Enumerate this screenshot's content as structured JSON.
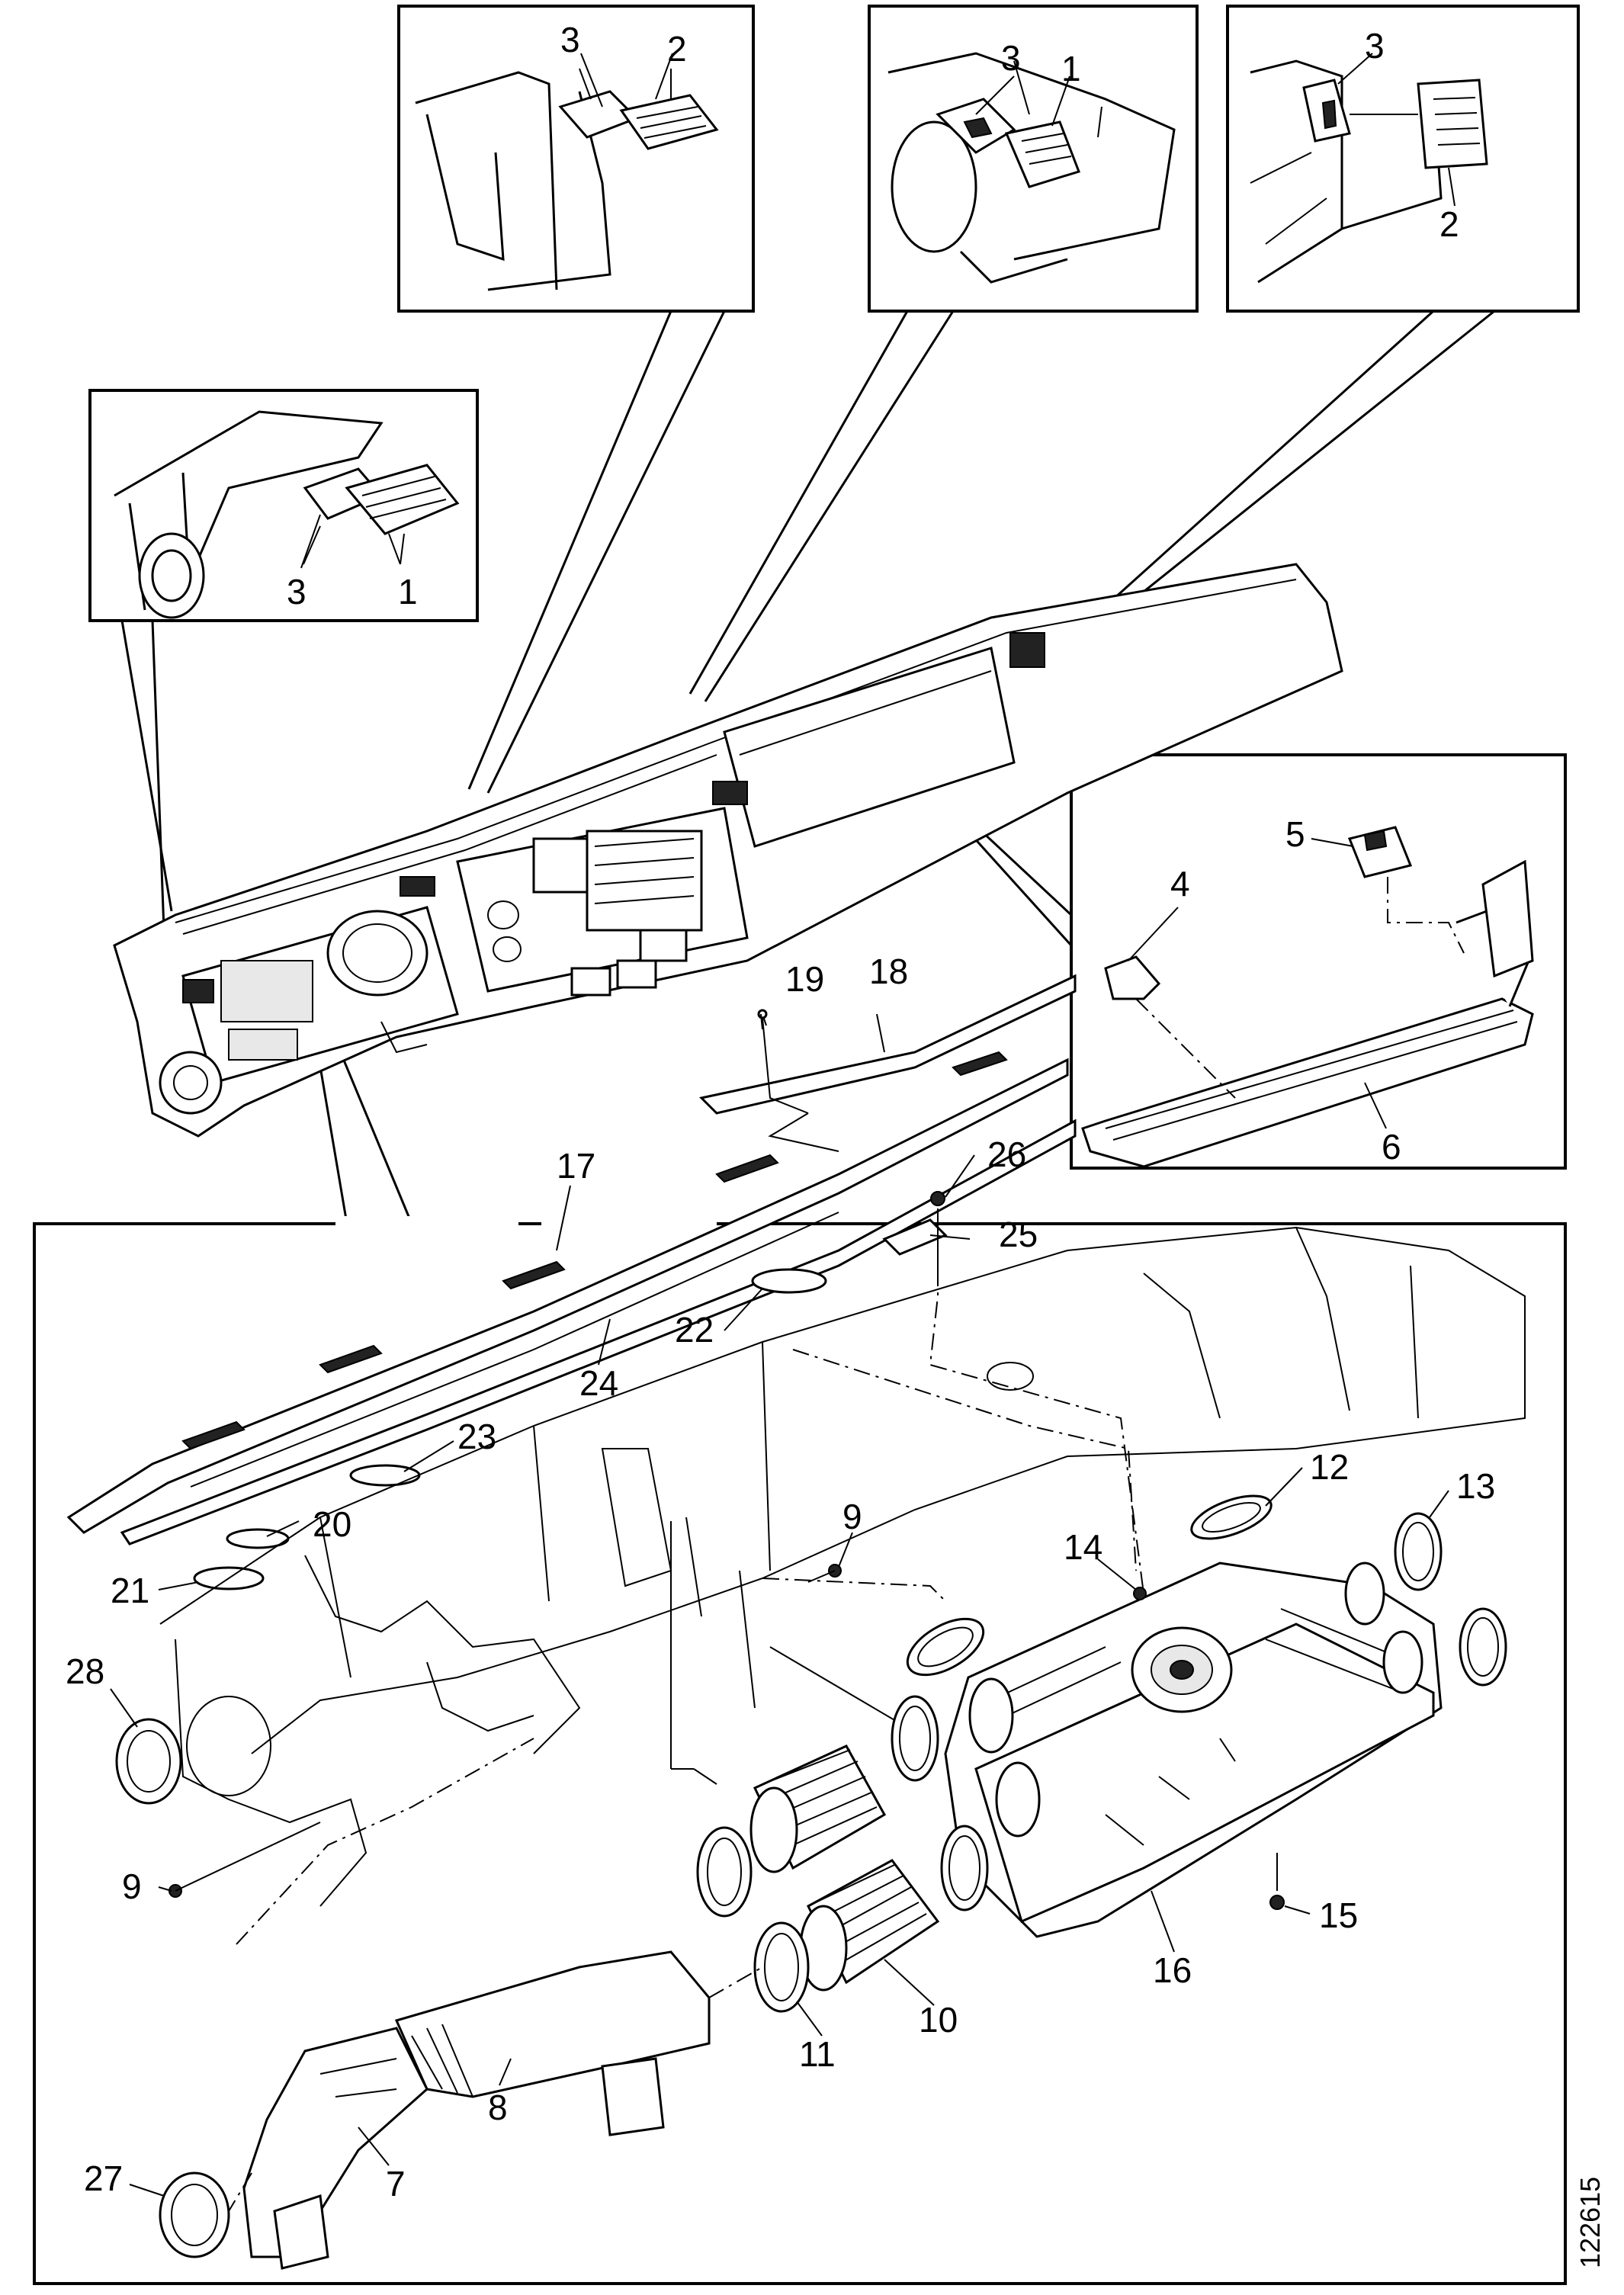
{
  "figure": {
    "reference_number": "122615",
    "callouts": [
      {
        "id": "inset1-3",
        "text": "3"
      },
      {
        "id": "inset1-1",
        "text": "1"
      },
      {
        "id": "inset2-3",
        "text": "3"
      },
      {
        "id": "inset2-2",
        "text": "2"
      },
      {
        "id": "inset3-3",
        "text": "3"
      },
      {
        "id": "inset3-1",
        "text": "1"
      },
      {
        "id": "inset4-3",
        "text": "3"
      },
      {
        "id": "inset4-2",
        "text": "2"
      },
      {
        "id": "inset5-5",
        "text": "5"
      },
      {
        "id": "inset5-4",
        "text": "4"
      },
      {
        "id": "inset5-6",
        "text": "6"
      },
      {
        "id": "part-19",
        "text": "19"
      },
      {
        "id": "part-18",
        "text": "18"
      },
      {
        "id": "part-17",
        "text": "17"
      },
      {
        "id": "part-26",
        "text": "26"
      },
      {
        "id": "part-25",
        "text": "25"
      },
      {
        "id": "part-22",
        "text": "22"
      },
      {
        "id": "part-24",
        "text": "24"
      },
      {
        "id": "part-23",
        "text": "23"
      },
      {
        "id": "part-20",
        "text": "20"
      },
      {
        "id": "part-21",
        "text": "21"
      },
      {
        "id": "part-12",
        "text": "12"
      },
      {
        "id": "part-13",
        "text": "13"
      },
      {
        "id": "part-9a",
        "text": "9"
      },
      {
        "id": "part-14",
        "text": "14"
      },
      {
        "id": "part-28",
        "text": "28"
      },
      {
        "id": "part-9b",
        "text": "9"
      },
      {
        "id": "part-15",
        "text": "15"
      },
      {
        "id": "part-16",
        "text": "16"
      },
      {
        "id": "part-10",
        "text": "10"
      },
      {
        "id": "part-11",
        "text": "11"
      },
      {
        "id": "part-8",
        "text": "8"
      },
      {
        "id": "part-7",
        "text": "7"
      },
      {
        "id": "part-27",
        "text": "27"
      }
    ]
  }
}
